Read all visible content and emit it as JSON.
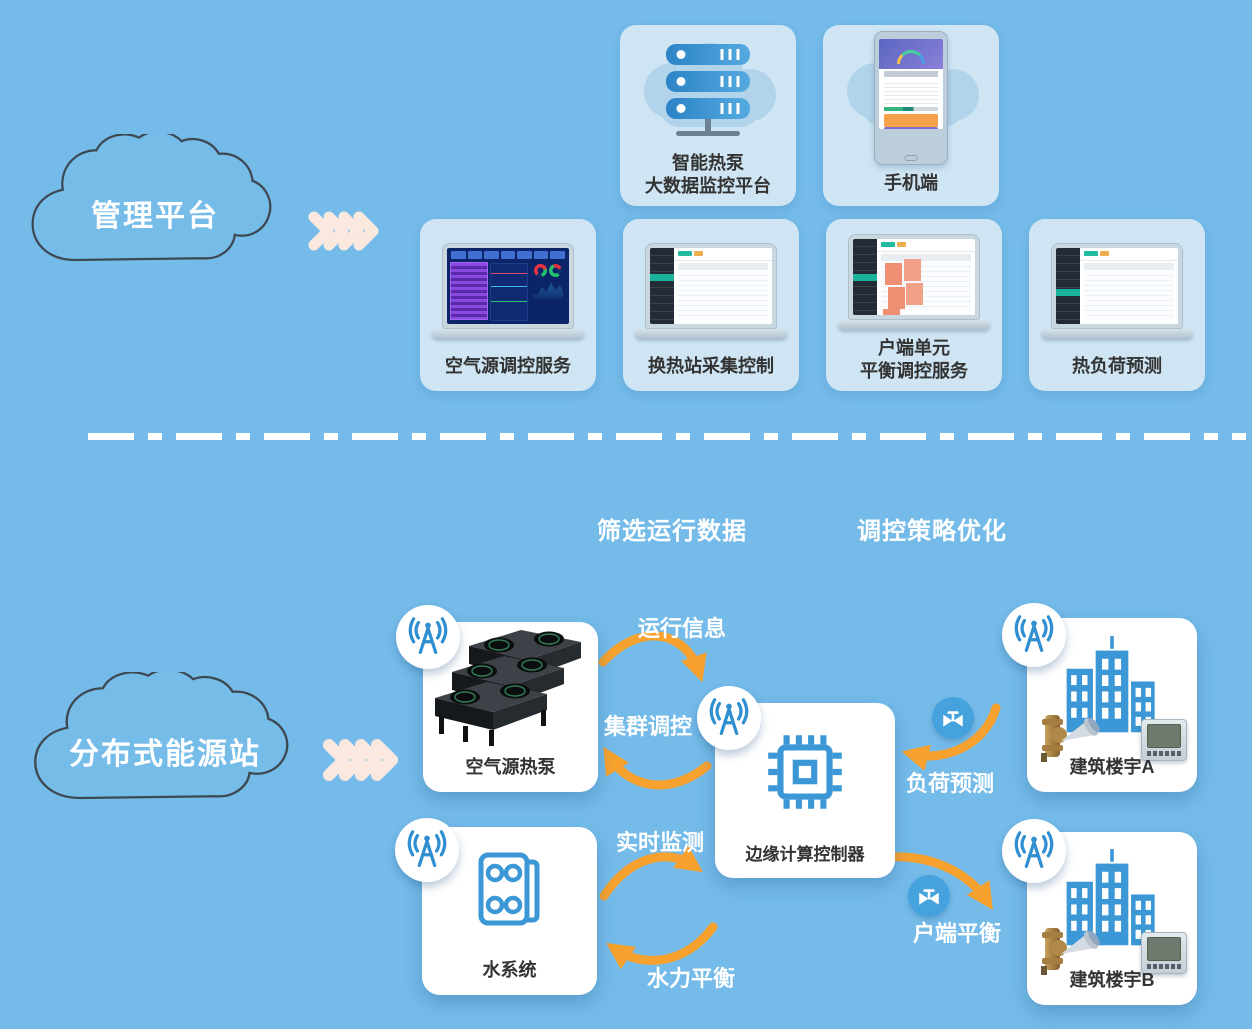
{
  "colors": {
    "background": "#74bbe9",
    "platform_card": "#cfe5f3",
    "node_card": "#ffffff",
    "icon_blue": "#3b97d5",
    "arrow_orange": "#f7a22f",
    "chevron_cream": "#fbe8df",
    "text_dark": "#333333",
    "text_white": "#ffffff"
  },
  "management": {
    "cloud_label": "管理平台",
    "platform_boxes": [
      {
        "icon": "server-rack-cloud-icon",
        "line1": "智能热泵",
        "line2": "大数据监控平台"
      },
      {
        "icon": "smartphone-app-icon",
        "line1": "手机端"
      }
    ],
    "service_boxes": [
      {
        "icon": "dashboard-laptop-icon",
        "line1": "空气源调控服务"
      },
      {
        "icon": "table-laptop-icon",
        "line1": "换热站采集控制"
      },
      {
        "icon": "grid-laptop-icon",
        "line1": "户端单元",
        "line2": "平衡调控服务"
      },
      {
        "icon": "table-laptop-icon",
        "line1": "热负荷预测"
      }
    ]
  },
  "middle": {
    "left_label": "筛选运行数据",
    "right_label": "调控策略优化"
  },
  "station": {
    "cloud_label": "分布式能源站",
    "nodes": {
      "heat_pump": "空气源热泵",
      "water_system": "水系统",
      "edge_controller": "边缘计算控制器",
      "building_a": "建筑楼宇A",
      "building_b": "建筑楼宇B"
    },
    "flows": {
      "run_info": "运行信息",
      "cluster_control": "集群调控",
      "realtime_monitor": "实时监测",
      "hydraulic_balance": "水力平衡",
      "load_forecast": "负荷预测",
      "client_balance": "户端平衡"
    }
  }
}
